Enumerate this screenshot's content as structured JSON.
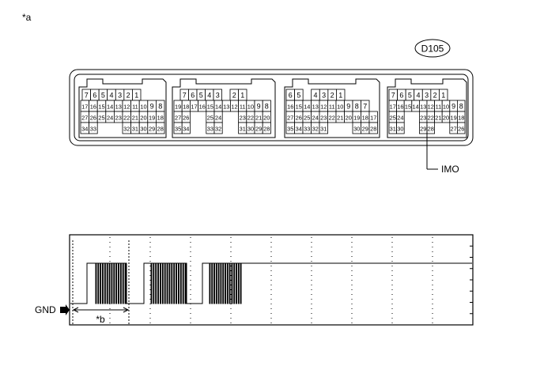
{
  "figure_label": "*a",
  "connector": {
    "id": "D105",
    "callout_label": "IMO",
    "blocks": [
      {
        "rows": [
          [
            "7",
            "6",
            "5",
            "4",
            "3",
            "2",
            "1"
          ],
          [
            "17",
            "16",
            "15",
            "14",
            "13",
            "12",
            "11",
            "10",
            "9",
            "8"
          ],
          [
            "27",
            "26",
            "25",
            "24",
            "23",
            "22",
            "21",
            "20",
            "19",
            "18"
          ],
          [
            "34",
            "33",
            "",
            "",
            "",
            "32",
            "31",
            "30",
            "29",
            "28"
          ]
        ]
      },
      {
        "rows": [
          [
            "7",
            "6",
            "5",
            "4",
            "3",
            "",
            "2",
            "1"
          ],
          [
            "19",
            "18",
            "17",
            "16",
            "15",
            "14",
            "13",
            "12",
            "11",
            "10",
            "9",
            "8"
          ],
          [
            "27",
            "26",
            "",
            "",
            "25",
            "24",
            "",
            "",
            "23",
            "22",
            "21",
            "20"
          ],
          [
            "35",
            "34",
            "",
            "",
            "33",
            "32",
            "",
            "",
            "31",
            "30",
            "29",
            "28"
          ]
        ]
      },
      {
        "rows": [
          [
            "6",
            "5",
            "",
            "4",
            "3",
            "2",
            "1"
          ],
          [
            "16",
            "15",
            "14",
            "13",
            "12",
            "11",
            "10",
            "9",
            "8",
            "7"
          ],
          [
            "27",
            "26",
            "25",
            "24",
            "23",
            "22",
            "21",
            "20",
            "19",
            "18",
            "17"
          ],
          [
            "35",
            "34",
            "33",
            "32",
            "31",
            "",
            "",
            "",
            "30",
            "29",
            "28"
          ]
        ]
      },
      {
        "rows": [
          [
            "7",
            "6",
            "5",
            "4",
            "3",
            "2",
            "1"
          ],
          [
            "17",
            "16",
            "15",
            "14",
            "13",
            "12",
            "11",
            "10",
            "9",
            "8"
          ],
          [
            "25",
            "24",
            "",
            "",
            "23",
            "22",
            "21",
            "20",
            "19",
            "18"
          ],
          [
            "31",
            "30",
            "",
            "",
            "29",
            "28",
            "",
            "",
            "27",
            "26"
          ]
        ]
      }
    ]
  },
  "waveform": {
    "ground_label": "GND",
    "period_label": "*b"
  }
}
